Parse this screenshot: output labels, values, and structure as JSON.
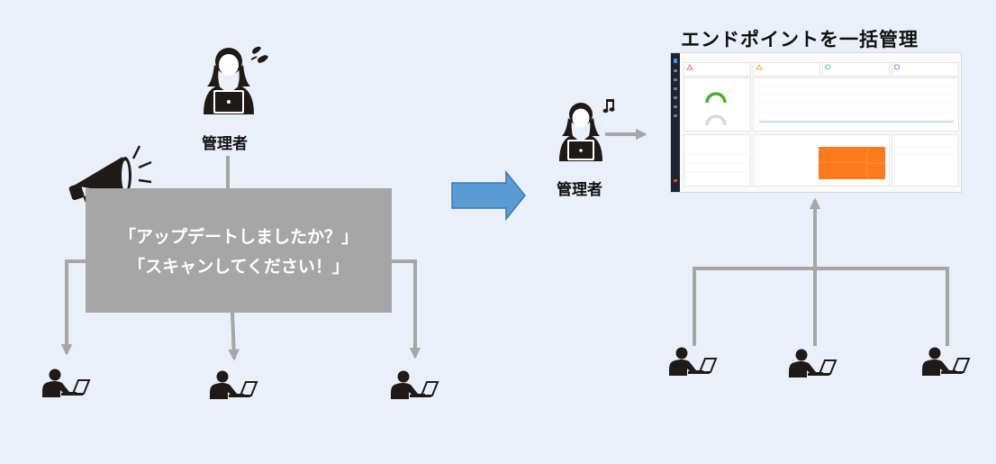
{
  "left": {
    "admin_label": "管理者",
    "announce_lines": [
      "「アップデートしましたか？」",
      "「スキャンしてください！」"
    ]
  },
  "right": {
    "admin_label": "管理者",
    "title": "エンドポイントを一括管理"
  },
  "colors": {
    "background": "#e9f0f9",
    "figure": "#1f1a17",
    "connector": "#a6a6a6",
    "announce_box": "#a6a6a6",
    "transition_arrow": "#5b9bd5",
    "gauge_green": "#43b02a",
    "treemap_orange": "#ff7a1a"
  },
  "icons": [
    "admin-worried-icon",
    "sweat-drops-icon",
    "megaphone-icon",
    "user-at-laptop-icon",
    "admin-happy-icon",
    "music-note-icon",
    "block-arrow-right-icon"
  ]
}
